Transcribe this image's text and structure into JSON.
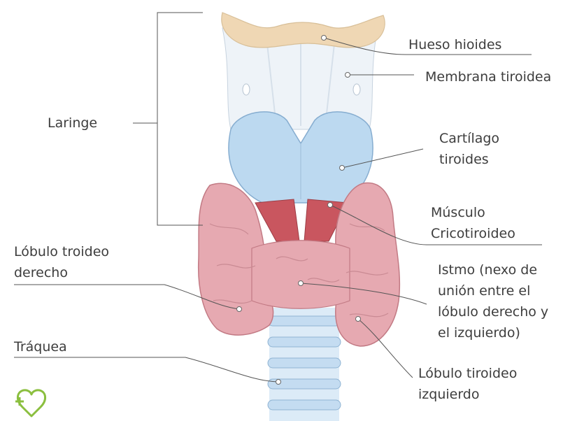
{
  "labels": {
    "laringe": "Laringe",
    "hueso_hioides": "Hueso hioides",
    "membrana_tiroidea": "Membrana tiroidea",
    "cartilago_1": "Cartílago",
    "cartilago_2": "tiroides",
    "musculo_1": "Músculo",
    "musculo_2": "Cricotiroideo",
    "lobulo_derecho_1": "Lóbulo troideo",
    "lobulo_derecho_2": "derecho",
    "istmo_1": "Istmo (nexo de",
    "istmo_2": "unión entre el",
    "istmo_3": "lóbulo derecho y",
    "istmo_4": "el izquierdo)",
    "traquea": "Tráquea",
    "lobulo_izquierdo_1": "Lóbulo tiroideo",
    "lobulo_izquierdo_2": "izquierdo"
  },
  "colors": {
    "bone": "#efd7b4",
    "membrane": "#eef3f8",
    "cartilage": "#bcd9f0",
    "muscle": "#c9565f",
    "thyroid": "#e6a9b1",
    "trachea": "#cfe3f5",
    "logo": "#8bbf3f"
  },
  "logo_icon": "heart-cross-logo-icon"
}
